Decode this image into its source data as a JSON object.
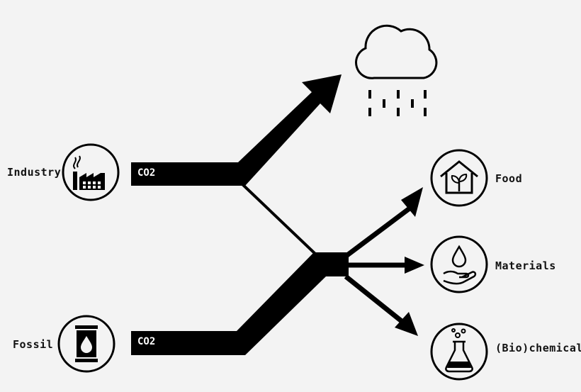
{
  "sources": {
    "industry": {
      "label": "Industry",
      "icon": "factory-icon",
      "flow_label": "CO2"
    },
    "fossil": {
      "label": "Fossil",
      "icon": "oil-barrel-icon",
      "flow_label": "CO2"
    }
  },
  "emission": {
    "icon": "rain-cloud-icon"
  },
  "outputs": {
    "food": {
      "label": "Food",
      "icon": "greenhouse-plant-icon"
    },
    "materials": {
      "label": "Materials",
      "icon": "hand-drop-icon"
    },
    "chemicals": {
      "label": "(Bio)chemicals",
      "icon": "flask-icon"
    }
  },
  "colors": {
    "ink": "#000000",
    "background": "#f3f3f3"
  }
}
